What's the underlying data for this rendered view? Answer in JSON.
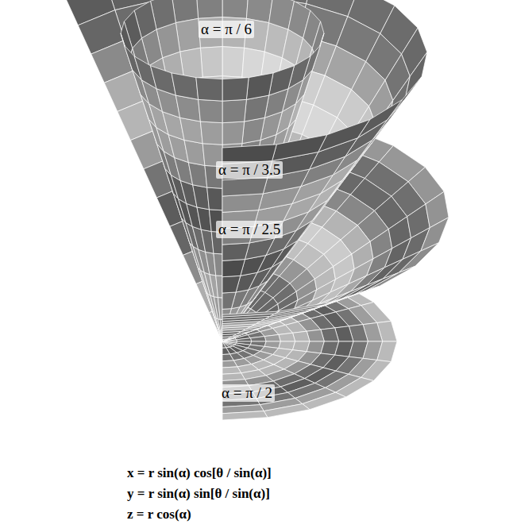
{
  "diagram": {
    "labels": [
      "α = π / 6",
      "α = π / 3.5",
      "α = π / 2.5",
      "α = π / 2",
      "x = r sin(α) cos[θ / sin(α)]",
      "y = r sin(α) sin[θ / sin(α)]",
      "z = r cos(α)"
    ]
  }
}
